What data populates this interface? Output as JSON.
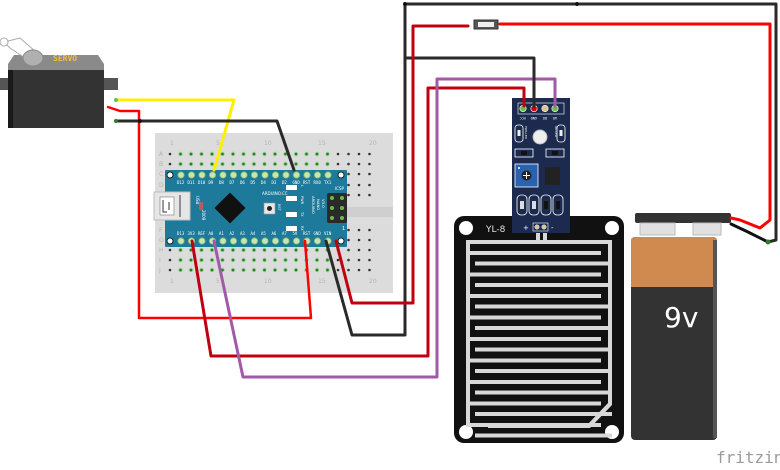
{
  "title": "Arduino Nano rain sensor with servo and 9V battery breadboard view",
  "watermark": "fritzing",
  "colors": {
    "wire_red": "#ff0000",
    "wire_dark_red": "#c0000f",
    "wire_black": "#2a2a2a",
    "wire_yellow": "#ffee00",
    "wire_purple": "#a05aa8",
    "arduino_blue": "#1e7a9a",
    "sensor_board": "#1b2a4e",
    "breadboard": "#dcdcdc",
    "battery_copper": "#d08a50",
    "battery_body": "#333333"
  },
  "servo": {
    "label": "SERVO"
  },
  "breadboard": {
    "columns_top": [
      "1",
      "5",
      "10",
      "15",
      "20"
    ],
    "columns_bottom": [
      "1",
      "5",
      "10",
      "15",
      "20"
    ],
    "rows": [
      "A",
      "B",
      "C",
      "D",
      "E",
      "F",
      "G",
      "H",
      "I",
      "J"
    ]
  },
  "arduino": {
    "top_pins": [
      "D12",
      "D11",
      "D10",
      "D9",
      "D8",
      "D7",
      "D6",
      "D5",
      "D4",
      "D3",
      "D2",
      "GND",
      "RST",
      "RX0",
      "TX1"
    ],
    "bottom_pins": [
      "D13",
      "3V3",
      "REF",
      "A0",
      "A1",
      "A2",
      "A3",
      "A4",
      "A5",
      "A6",
      "A7",
      "5V",
      "RST",
      "GND",
      "VIN"
    ],
    "brand": "ARDUINO.CC",
    "model_line1": "ARDUINO",
    "model_line2": "NANO",
    "model_line3": "V3.0",
    "reset_label": "RST",
    "usb_label": "USB",
    "year": "2009",
    "icsp_label": "ICSP",
    "led_labels": [
      "L",
      "PWR",
      "TX",
      "RX"
    ],
    "icsp_pin1": "1"
  },
  "sensor_module": {
    "pins": [
      "VCC",
      "GND",
      "DO",
      "AO"
    ],
    "led_labels": [
      "PWR-LED",
      "DO-LED"
    ],
    "plus": "+",
    "minus": "-"
  },
  "rain_plate": {
    "label": "YL-8"
  },
  "battery": {
    "label": "9v"
  }
}
